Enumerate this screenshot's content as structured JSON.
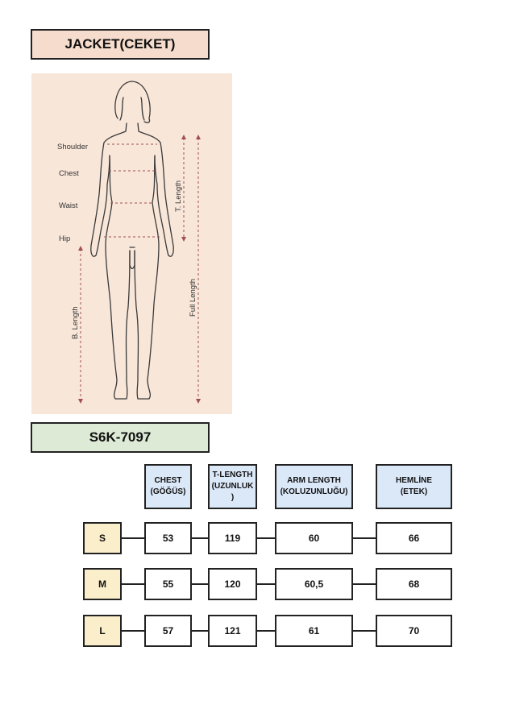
{
  "title": "JACKET(CEKET)",
  "product_code": "S6K-7097",
  "figure": {
    "labels": {
      "shoulder": "Shoulder",
      "chest": "Chest",
      "waist": "Waist",
      "hip": "Hip",
      "t_length": "T. Length",
      "full_length": "Full Length",
      "b_length": "B. Length"
    }
  },
  "table": {
    "headers": [
      {
        "line1": "CHEST",
        "line2": "(GÖĞÜS)",
        "line3": ""
      },
      {
        "line1": "T-LENGTH",
        "line2": "(UZUNLUK",
        "line3": ")"
      },
      {
        "line1": "ARM LENGTH",
        "line2": "(KOLUZUNLUĞU)",
        "line3": ""
      },
      {
        "line1": "HEMLİNE",
        "line2": "(ETEK)",
        "line3": ""
      }
    ],
    "rows": [
      {
        "size": "S",
        "values": [
          "53",
          "119",
          "60",
          "66"
        ]
      },
      {
        "size": "M",
        "values": [
          "55",
          "120",
          "60,5",
          "68"
        ]
      },
      {
        "size": "L",
        "values": [
          "57",
          "121",
          "61",
          "70"
        ]
      }
    ]
  },
  "colors": {
    "title_bg": "#f6dccd",
    "code_bg": "#ddebd6",
    "header_bg": "#dbe8f8",
    "size_bg": "#fbeecb",
    "figure_bg": "#f8e6d9",
    "guide_red": "#a05050"
  }
}
